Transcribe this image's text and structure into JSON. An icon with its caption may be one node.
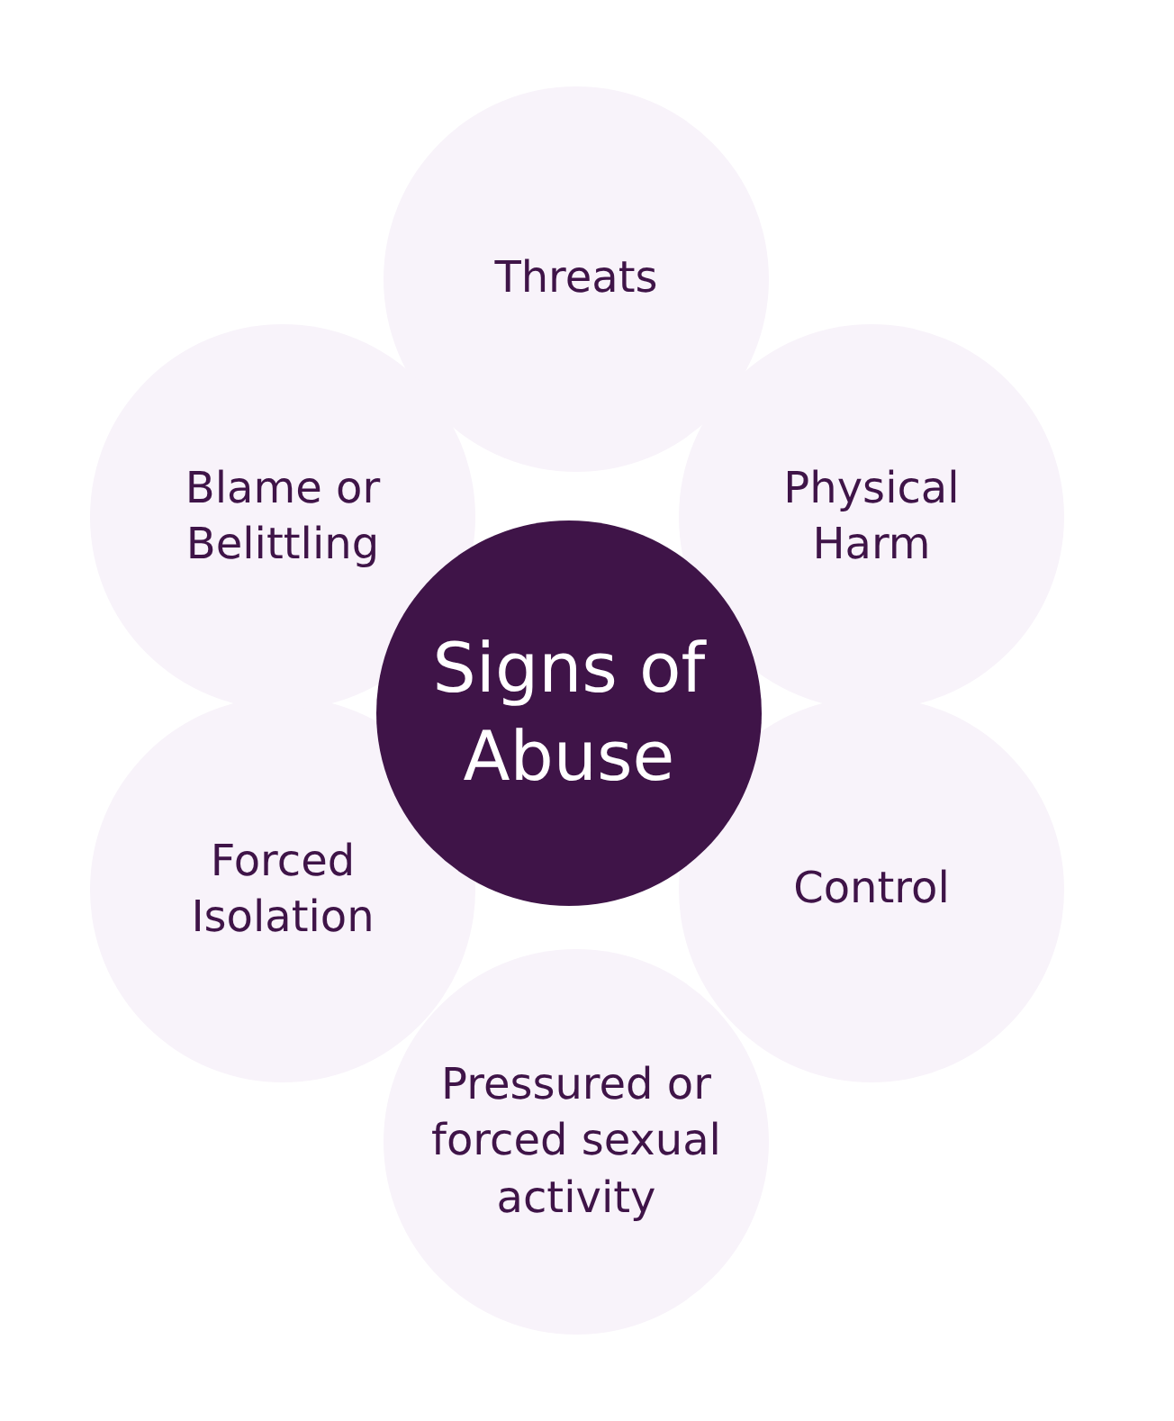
{
  "diagram": {
    "nodes": [
      {
        "text": [
          "Signs of Abuse"
        ]
      },
      {
        "text": [
          "Threats"
        ]
      },
      {
        "text": [
          "Physical Harm"
        ]
      },
      {
        "text": [
          "Control"
        ]
      },
      {
        "text": [
          "Pressured or forced sexual activity"
        ]
      },
      {
        "text": [
          "Forced Isolation"
        ]
      },
      {
        "text": [
          "Blame or Belittling"
        ]
      }
    ]
  }
}
